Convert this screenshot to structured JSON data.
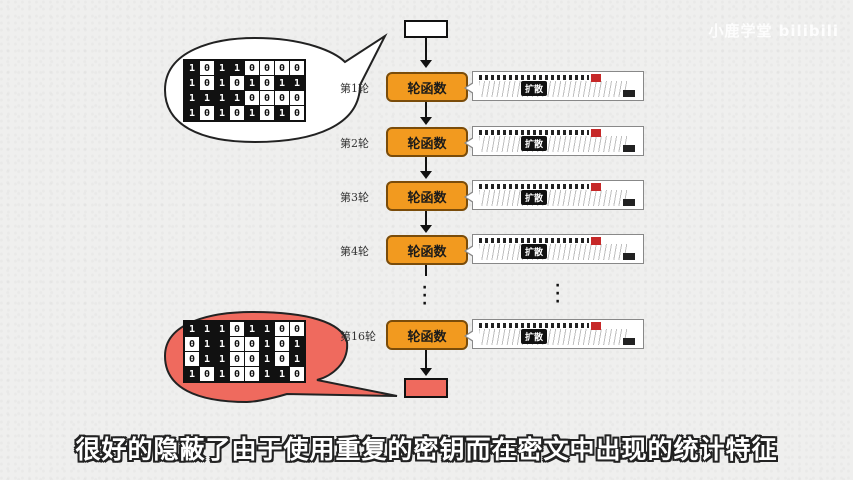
{
  "watermark": "小鹿学堂 bilibili",
  "round_function_label": "轮函数",
  "expand_label": "扩散",
  "rounds": [
    {
      "label": "第1轮"
    },
    {
      "label": "第2轮"
    },
    {
      "label": "第3轮"
    },
    {
      "label": "第4轮"
    },
    {
      "label": "第16轮"
    }
  ],
  "bubble_top_bits": [
    [
      "1",
      "0",
      "1",
      "1",
      "0",
      "0",
      "0",
      "0"
    ],
    [
      "1",
      "0",
      "1",
      "0",
      "1",
      "0",
      "1",
      "1"
    ],
    [
      "1",
      "1",
      "1",
      "1",
      "0",
      "0",
      "0",
      "0"
    ],
    [
      "1",
      "0",
      "1",
      "0",
      "1",
      "0",
      "1",
      "0"
    ]
  ],
  "bubble_bottom_bits": [
    [
      "1",
      "1",
      "1",
      "0",
      "1",
      "1",
      "0",
      "0"
    ],
    [
      "0",
      "1",
      "1",
      "0",
      "0",
      "1",
      "0",
      "1"
    ],
    [
      "0",
      "1",
      "1",
      "0",
      "0",
      "1",
      "0",
      "1"
    ],
    [
      "1",
      "0",
      "1",
      "0",
      "0",
      "1",
      "1",
      "0"
    ]
  ],
  "colors": {
    "round_fn": "#f29a1f",
    "bubble_bottom": "#ef6a5e",
    "output_box": "#ef6a5e"
  },
  "subtitle": "很好的隐蔽了由于使用重复的密钥而在密文中出现的统计特征"
}
